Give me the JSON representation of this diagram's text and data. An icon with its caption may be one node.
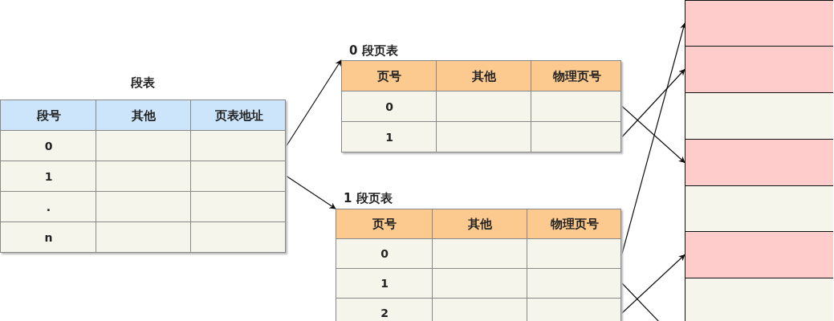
{
  "diagram": {
    "nodes": [
      {
        "text": [
          "段表"
        ]
      },
      {
        "text": [
          "段号",
          "其他",
          "页表地址"
        ],
        "in": 0
      },
      {
        "text": [
          "0"
        ],
        "in": 0
      },
      {
        "text": [
          "1"
        ],
        "in": 0
      },
      {
        "text": [
          "."
        ],
        "in": 0
      },
      {
        "text": [
          "n"
        ],
        "in": 0
      },
      {
        "text": [
          "0 段页表"
        ]
      },
      {
        "text": [
          "页号",
          "其他",
          "物理页号"
        ],
        "in": 6
      },
      {
        "text": [
          "0"
        ],
        "in": 6
      },
      {
        "text": [
          "1"
        ],
        "in": 6
      },
      {
        "text": [
          "1 段页表"
        ]
      },
      {
        "text": [
          "页号",
          "其他",
          "物理页号"
        ],
        "in": 10
      },
      {
        "text": [
          "0"
        ],
        "in": 10
      },
      {
        "text": [
          "1"
        ],
        "in": 10
      },
      {
        "text": [
          "2"
        ],
        "in": 10
      },
      {
        "text": [],
        "shape": "box"
      },
      {
        "text": [],
        "shape": "box",
        "in": 15
      },
      {
        "text": [],
        "shape": "box",
        "in": 15
      },
      {
        "text": [],
        "shape": "box",
        "in": 15
      },
      {
        "text": [],
        "shape": "box",
        "in": 15
      },
      {
        "text": [],
        "shape": "box",
        "in": 15
      },
      {
        "text": [],
        "shape": "box",
        "in": 15
      },
      {
        "text": [],
        "shape": "box",
        "in": 15
      }
    ],
    "edges": [
      {
        "from": 2,
        "to": 6,
        "arrow": "to"
      },
      {
        "from": 3,
        "to": 10,
        "arrow": "to"
      },
      {
        "from": 8,
        "to": 19,
        "arrow": "to"
      },
      {
        "from": 9,
        "to": 17,
        "arrow": "to"
      },
      {
        "from": 12,
        "to": 16,
        "arrow": "to"
      },
      {
        "from": 13,
        "to": null,
        "arrow": "none"
      },
      {
        "from": 14,
        "to": 21,
        "arrow": "to"
      }
    ]
  }
}
